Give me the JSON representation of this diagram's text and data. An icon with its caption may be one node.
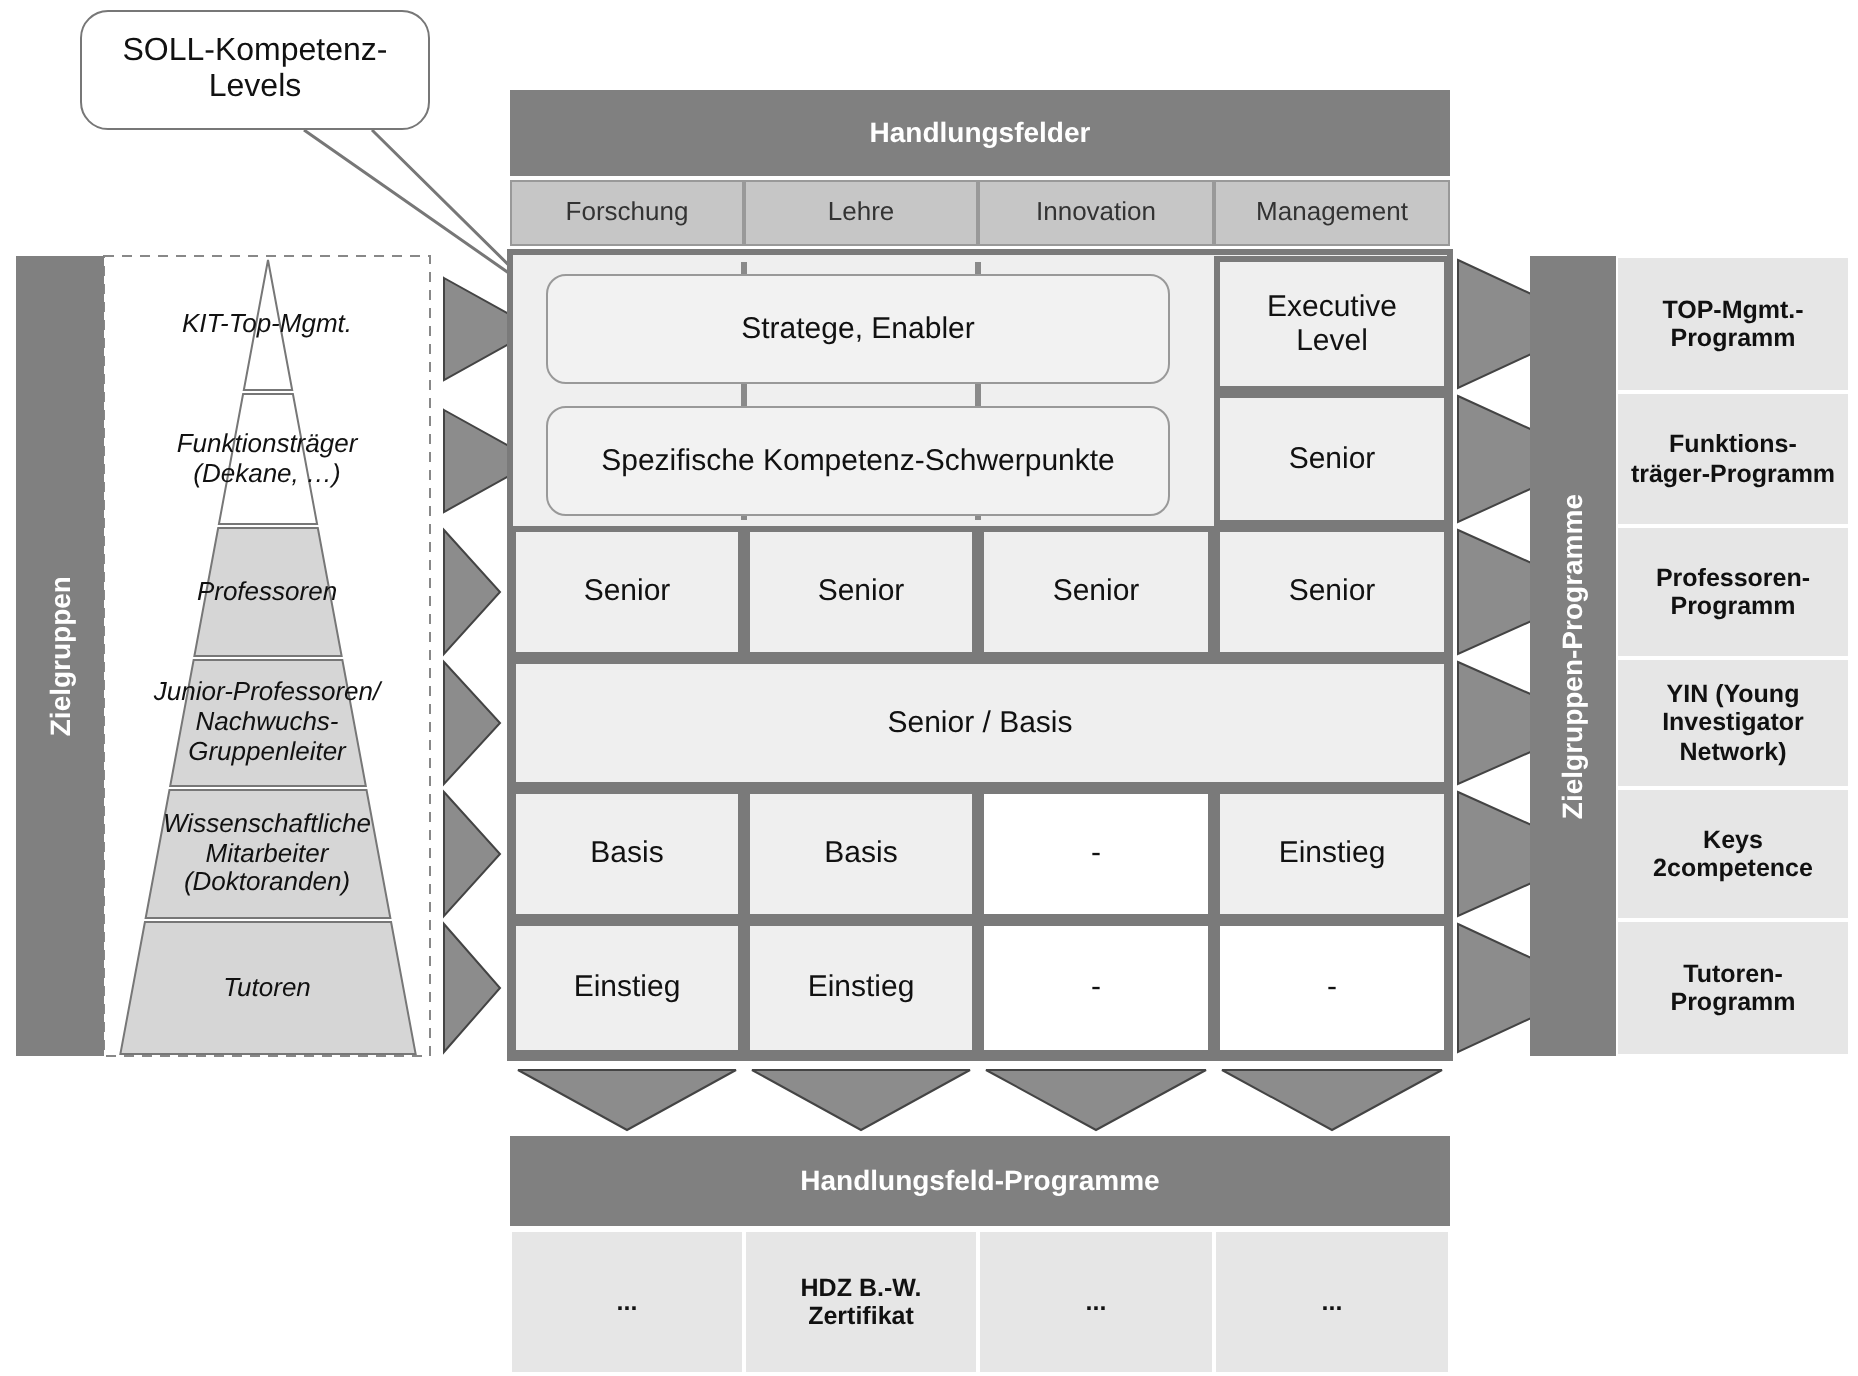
{
  "diagram": {
    "nodes": [
      {
        "text": [
          "SOLL-Kompetenz-Levels"
        ]
      },
      {
        "text": [
          "Handlungsfelder"
        ]
      },
      {
        "text": [
          "Forschung"
        ]
      },
      {
        "text": [
          "Lehre"
        ]
      },
      {
        "text": [
          "Innovation"
        ]
      },
      {
        "text": [
          "Management"
        ]
      },
      {
        "text": [
          "Zielgruppen"
        ]
      },
      {
        "text": [
          "KIT-Top-Mgmt."
        ]
      },
      {
        "text": [
          "Funktionsträger (Dekane, …)"
        ]
      },
      {
        "text": [
          "Professoren"
        ]
      },
      {
        "text": [
          "Junior-Professoren/ Nachwuchs-Gruppenleiter"
        ]
      },
      {
        "text": [
          "Wissenschaftliche Mitarbeiter (Doktoranden)"
        ]
      },
      {
        "text": [
          "Tutoren"
        ]
      },
      {
        "text": [
          "Stratege, Enabler"
        ]
      },
      {
        "text": [
          "Executive Level"
        ]
      },
      {
        "text": [
          "Spezifische Kompetenz-Schwerpunkte"
        ]
      },
      {
        "text": [
          "Senior"
        ]
      },
      {
        "text": [
          "Senior"
        ]
      },
      {
        "text": [
          "Senior"
        ]
      },
      {
        "text": [
          "Senior"
        ]
      },
      {
        "text": [
          "Senior"
        ]
      },
      {
        "text": [
          "Senior / Basis"
        ]
      },
      {
        "text": [
          "Basis"
        ]
      },
      {
        "text": [
          "Basis"
        ]
      },
      {
        "text": [
          "-"
        ]
      },
      {
        "text": [
          "Einstieg"
        ]
      },
      {
        "text": [
          "Einstieg"
        ]
      },
      {
        "text": [
          "Einstieg"
        ]
      },
      {
        "text": [
          "-"
        ]
      },
      {
        "text": [
          "-"
        ]
      },
      {
        "text": [
          "Zielgruppen-Programme"
        ]
      },
      {
        "text": [
          "TOP-Mgmt.-Programm"
        ]
      },
      {
        "text": [
          "Funktions-träger-Programm"
        ]
      },
      {
        "text": [
          "Professoren-Programm"
        ]
      },
      {
        "text": [
          "YIN (Young Investigator Network)"
        ]
      },
      {
        "text": [
          "Keys 2competence"
        ]
      },
      {
        "text": [
          "Tutoren-Programm"
        ]
      },
      {
        "text": [
          "Handlungsfeld-Programme"
        ]
      },
      {
        "text": [
          "..."
        ]
      },
      {
        "text": [
          "HDZ B.-W. Zertifikat"
        ]
      },
      {
        "text": [
          "..."
        ]
      },
      {
        "text": [
          "..."
        ]
      }
    ],
    "edges": [
      {
        "from": 0,
        "to": null,
        "arrow": "none"
      },
      {
        "from": 7,
        "to": 13,
        "arrow": "to"
      },
      {
        "from": 8,
        "to": 15,
        "arrow": "to"
      },
      {
        "from": 9,
        "to": 17,
        "arrow": "to"
      },
      {
        "from": 10,
        "to": 21,
        "arrow": "to"
      },
      {
        "from": 11,
        "to": 22,
        "arrow": "to"
      },
      {
        "from": 12,
        "to": 26,
        "arrow": "to"
      },
      {
        "from": 14,
        "to": 31,
        "arrow": "to"
      },
      {
        "from": 16,
        "to": 32,
        "arrow": "to"
      },
      {
        "from": 20,
        "to": 33,
        "arrow": "to"
      },
      {
        "from": 21,
        "to": 34,
        "arrow": "to"
      },
      {
        "from": 25,
        "to": 35,
        "arrow": "to"
      },
      {
        "from": 29,
        "to": 36,
        "arrow": "to"
      },
      {
        "from": 26,
        "to": 37,
        "arrow": "to"
      },
      {
        "from": 27,
        "to": 37,
        "arrow": "to"
      },
      {
        "from": 28,
        "to": 37,
        "arrow": "to"
      },
      {
        "from": 29,
        "to": 37,
        "arrow": "to"
      }
    ]
  }
}
